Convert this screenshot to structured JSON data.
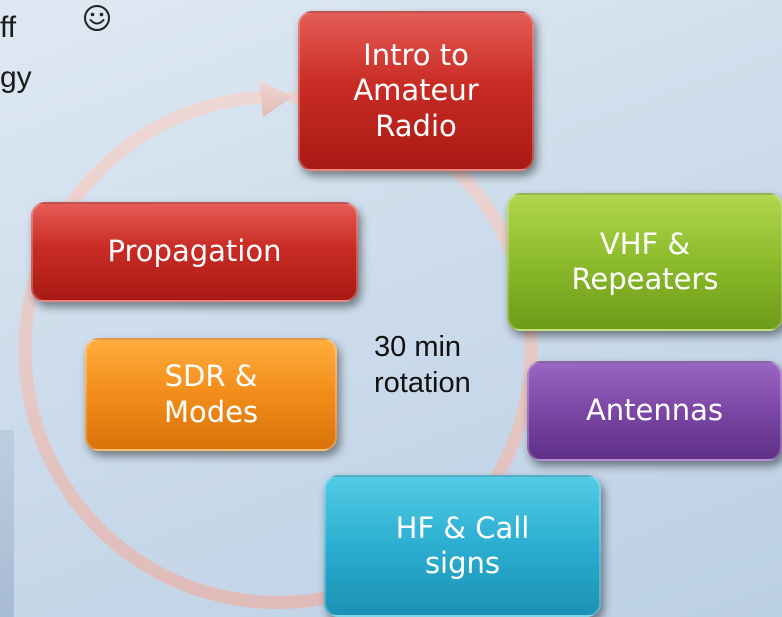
{
  "background_fragments": {
    "line1": "ff",
    "line2": "gy"
  },
  "cycle": {
    "nodes": [
      {
        "id": "intro",
        "label": "Intro to\nAmateur\nRadio",
        "color": "#c92c25"
      },
      {
        "id": "vhf",
        "label": "VHF &\nRepeaters",
        "color": "#8bbb2b"
      },
      {
        "id": "antennas",
        "label": "Antennas",
        "color": "#7b46a5"
      },
      {
        "id": "hf",
        "label": "HF & Call\nsigns",
        "color": "#2baed0"
      },
      {
        "id": "sdr",
        "label": "SDR &\nModes",
        "color": "#f28c19"
      },
      {
        "id": "propagation",
        "label": "Propagation",
        "color": "#c92c25"
      }
    ],
    "center_label": "30 min\nrotation",
    "arrow_color": "#e9c7c3"
  }
}
